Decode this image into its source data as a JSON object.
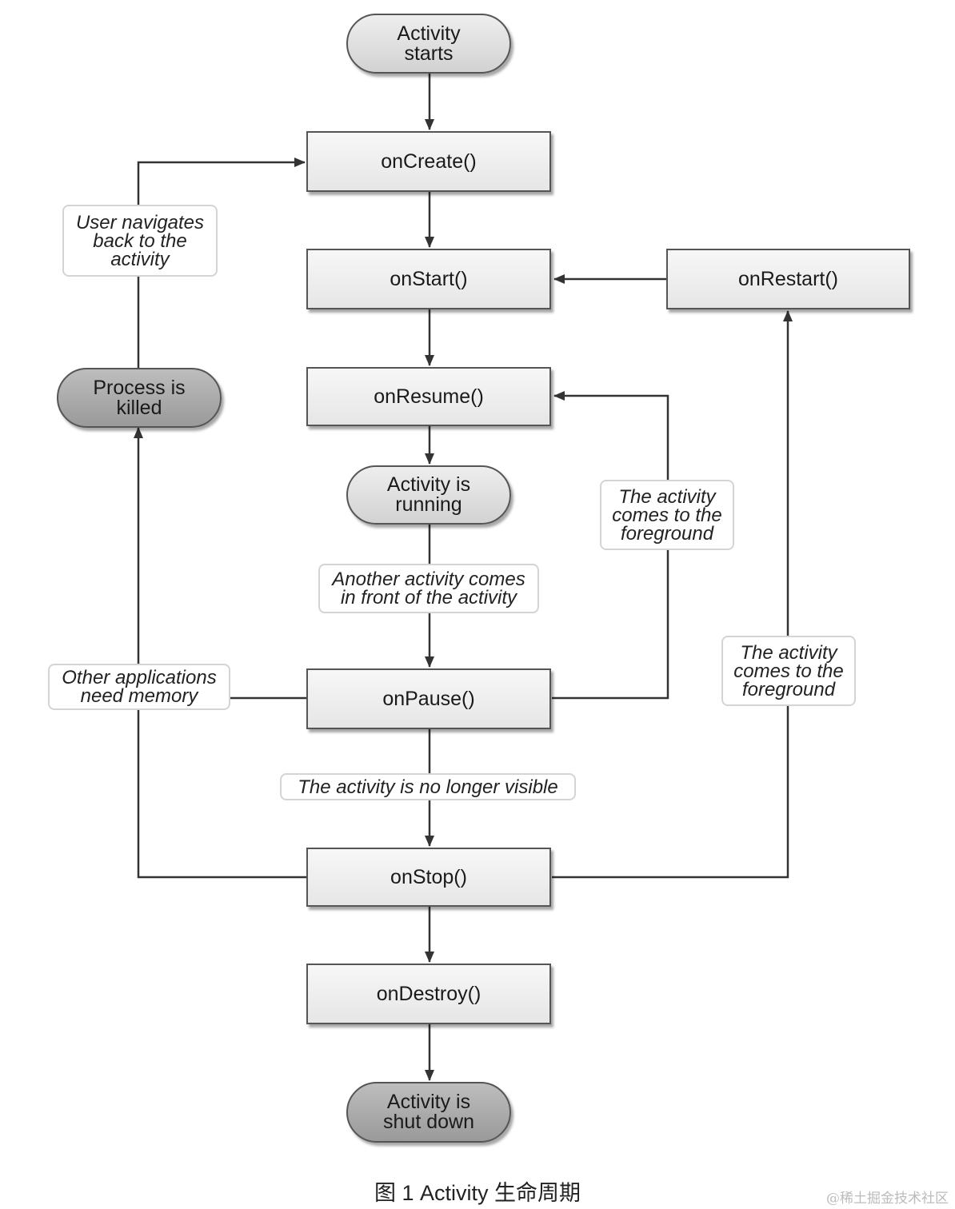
{
  "nodes": {
    "activity_starts": "Activity\nstarts",
    "on_create": "onCreate()",
    "on_start": "onStart()",
    "on_restart": "onRestart()",
    "on_resume": "onResume()",
    "activity_running": "Activity is\nrunning",
    "on_pause": "onPause()",
    "on_stop": "onStop()",
    "on_destroy": "onDestroy()",
    "activity_shut_down": "Activity is\nshut down",
    "process_killed": "Process is\nkilled"
  },
  "notes": {
    "user_navigates_back": "User navigates\nback to the\nactivity",
    "comes_to_foreground_1": "The activity\ncomes to the\nforeground",
    "another_activity": "Another activity comes\nin front of the activity",
    "comes_to_foreground_2": "The activity\ncomes to the\nforeground",
    "other_apps_need_memory": "Other applications\nneed memory",
    "no_longer_visible": "The activity is no longer visible"
  },
  "caption": "图 1  Activity 生命周期",
  "watermark": "@稀土掘金技术社区",
  "colors": {
    "line": "#333333",
    "box_border": "#555555",
    "note_border": "#d4d4d4"
  }
}
